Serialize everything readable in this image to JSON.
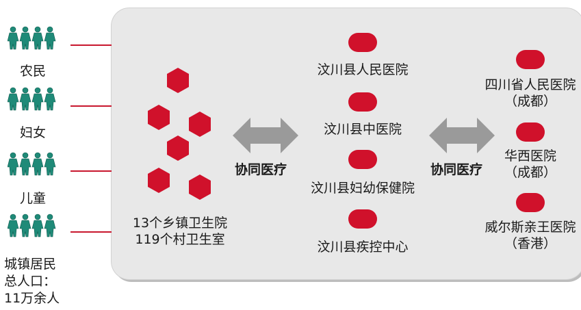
{
  "populations": [
    {
      "label": "农民"
    },
    {
      "label": "妇女"
    },
    {
      "label": "儿童"
    },
    {
      "label_lines": [
        "城镇居民",
        "总人口：",
        "11万余人"
      ]
    }
  ],
  "local": {
    "label_lines": [
      "13个乡镇卫生院",
      "119个村卫生室"
    ]
  },
  "arrow_label_left": "协同医疗",
  "arrow_label_right": "协同医疗",
  "county": [
    {
      "label": "汶川县人民医院"
    },
    {
      "label": "汶川县中医院"
    },
    {
      "label": "汶川县妇幼保健院"
    },
    {
      "label": "汶川县疾控中心"
    }
  ],
  "regional": [
    {
      "label_lines": [
        "四川省人民医院",
        "（成都）"
      ]
    },
    {
      "label_lines": [
        "华西医院",
        "（成都）"
      ]
    },
    {
      "label_lines": [
        "威尔斯亲王医院",
        "（香港）"
      ]
    }
  ],
  "colors": {
    "red": "#d0112b",
    "teal": "#1f8a78",
    "gray_arrow": "#9a9a9a",
    "panel": "#e8e8e8"
  }
}
